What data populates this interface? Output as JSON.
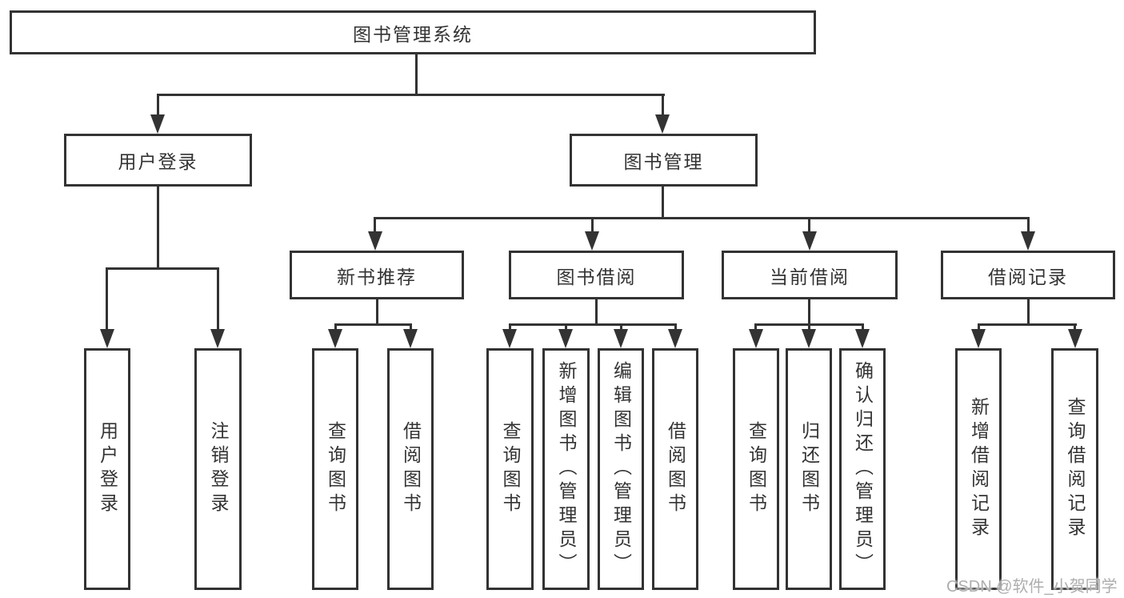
{
  "diagram": {
    "root": {
      "label": "图书管理系统"
    },
    "branches": [
      {
        "label": "用户登录",
        "children": [
          {
            "label": "用户登录"
          },
          {
            "label": "注销登录"
          }
        ]
      },
      {
        "label": "图书管理",
        "children": [
          {
            "label": "新书推荐",
            "children": [
              {
                "label": "查询图书"
              },
              {
                "label": "借阅图书"
              }
            ]
          },
          {
            "label": "图书借阅",
            "children": [
              {
                "label": "查询图书"
              },
              {
                "label": "新增图书（管理员）"
              },
              {
                "label": "编辑图书（管理员）"
              },
              {
                "label": "借阅图书"
              }
            ]
          },
          {
            "label": "当前借阅",
            "children": [
              {
                "label": "查询图书"
              },
              {
                "label": "归还图书"
              },
              {
                "label": "确认归还（管理员）"
              }
            ]
          },
          {
            "label": "借阅记录",
            "children": [
              {
                "label": "新增借阅记录"
              },
              {
                "label": "查询借阅记录"
              }
            ]
          }
        ]
      }
    ]
  },
  "watermark": {
    "text": "CSDN @软件_小贺同学"
  },
  "colors": {
    "line": "#333333",
    "text": "#333333",
    "watermark": "#aeaeae",
    "background": "#ffffff"
  }
}
